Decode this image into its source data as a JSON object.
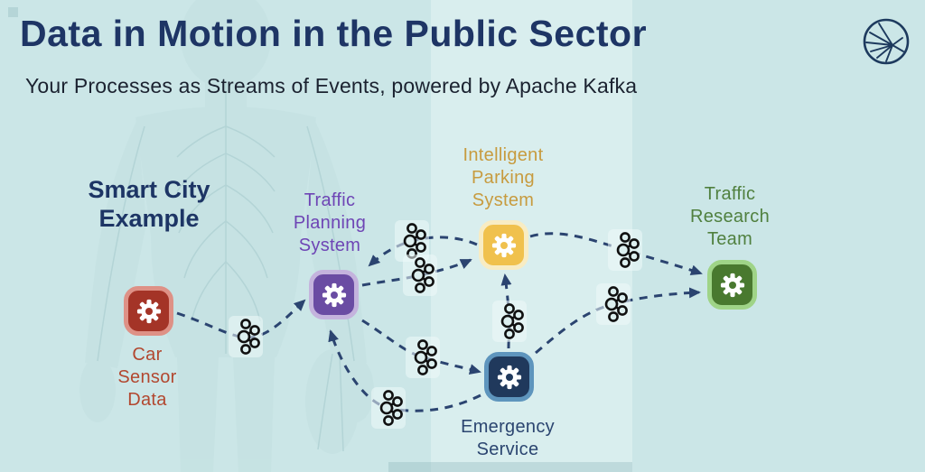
{
  "header": {
    "title": "Data in Motion in the Public Sector",
    "subtitle": "Your Processes as Streams of Events, powered by Apache Kafka"
  },
  "brand": {
    "logo_icon": "confluent-starburst-logo"
  },
  "diagram": {
    "section_label_lines": [
      "Smart City",
      "Example"
    ],
    "event_symbol": "apache-kafka-event-stream-icon",
    "nodes": {
      "car": {
        "label_lines": [
          "Car",
          "Sensor",
          "Data"
        ],
        "fill": "#a43427",
        "border": "#de9186",
        "text_color": "#b2472f"
      },
      "planning": {
        "label_lines": [
          "Traffic",
          "Planning",
          "System"
        ],
        "fill": "#6a4ca3",
        "border": "#c4b3dd",
        "text_color": "#6e45b5"
      },
      "parking": {
        "label_lines": [
          "Intelligent",
          "Parking",
          "System"
        ],
        "fill": "#f0c14d",
        "border": "#f8ecc3",
        "text_color": "#c79b3f"
      },
      "emergency": {
        "label_lines": [
          "Emergency",
          "Service"
        ],
        "fill": "#20395c",
        "border": "#5e95bd",
        "text_color": "#2b4570"
      },
      "research": {
        "label_lines": [
          "Traffic",
          "Research",
          "Team"
        ],
        "fill": "#49792f",
        "border": "#9fd487",
        "text_color": "#50803f"
      }
    },
    "connections": [
      {
        "from": "Car Sensor Data",
        "to": "Traffic Planning System"
      },
      {
        "from": "Intelligent Parking System",
        "to": "Traffic Planning System"
      },
      {
        "from": "Traffic Planning System",
        "to": "Intelligent Parking System"
      },
      {
        "from": "Traffic Planning System",
        "to": "Emergency Service"
      },
      {
        "from": "Emergency Service",
        "to": "Traffic Planning System"
      },
      {
        "from": "Emergency Service",
        "to": "Intelligent Parking System"
      },
      {
        "from": "Intelligent Parking System",
        "to": "Traffic Research Team"
      },
      {
        "from": "Emergency Service",
        "to": "Traffic Research Team"
      }
    ],
    "colors": {
      "background": "#cbe6e7",
      "connector_line": "#2b4470",
      "title_text": "#1e3565",
      "event_glyph": "#101010"
    }
  }
}
